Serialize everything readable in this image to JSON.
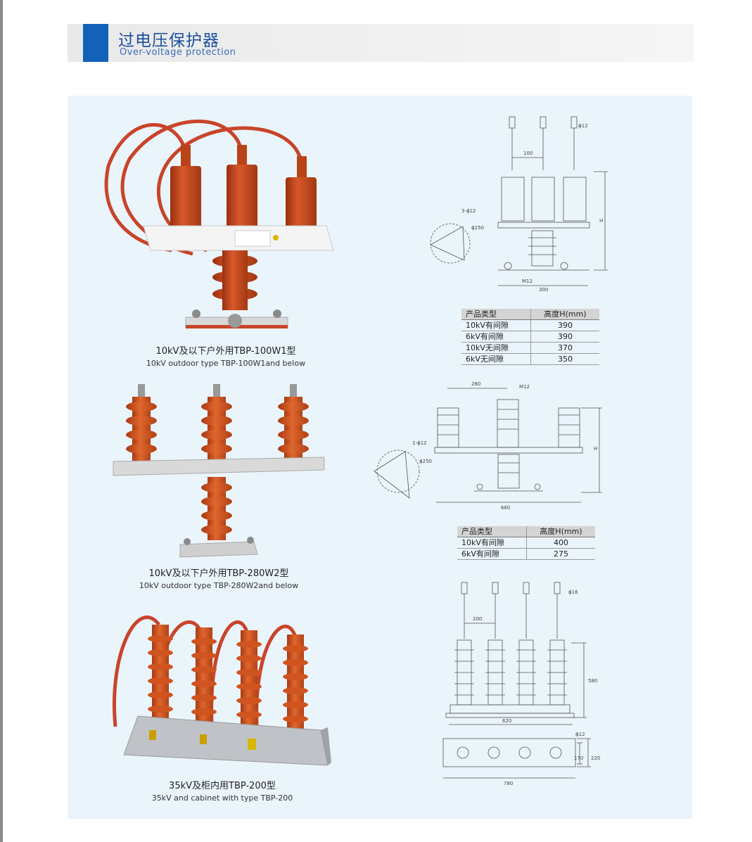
{
  "header": {
    "title_zh": "过电压保护器",
    "title_en": "Over-voltage protection"
  },
  "products": [
    {
      "caption_zh": "10kV及以下户外用TBP-100W1型",
      "caption_en": "10kV outdoor type TBP-100W1and below"
    },
    {
      "caption_zh": "10kV及以下户外用TBP-280W2型",
      "caption_en": "10kV outdoor type TBP-280W2and below"
    },
    {
      "caption_zh": "35kV及柜内用TBP-200型",
      "caption_en": "35kV and cabinet with type TBP-200"
    }
  ],
  "drawing1": {
    "phi12": "ϕ12",
    "dim100": "100",
    "holes": "3-ϕ12",
    "phi250": "ϕ250",
    "h": "H",
    "m12": "M12",
    "dim300": "300"
  },
  "drawing2": {
    "dim280": "280",
    "m12": "M12",
    "holes": "1-ϕ12",
    "phi250": "ϕ250",
    "h": "H",
    "dim660": "660"
  },
  "drawing3": {
    "phi16": "ϕ16",
    "dim200": "200",
    "dim580": "580",
    "dim620": "620",
    "phi12": "ϕ12",
    "dim170": "170",
    "dim220": "220",
    "dim780": "780"
  },
  "table1": {
    "headers": [
      "产品类型",
      "高度H(mm)"
    ],
    "rows": [
      [
        "10kV有间隙",
        "390"
      ],
      [
        "6kV有间隙",
        "390"
      ],
      [
        "10kV无间隙",
        "370"
      ],
      [
        "6kV无间隙",
        "350"
      ]
    ]
  },
  "table2": {
    "headers": [
      "产品类型",
      "高度H(mm)"
    ],
    "rows": [
      [
        "10kV有间隙",
        "400"
      ],
      [
        "6kV有间隙",
        "275"
      ]
    ]
  },
  "colors": {
    "accent": "#1462b8",
    "panel": "#eaf4fb",
    "insulator": "#d2531f",
    "cable": "#c8442a"
  }
}
